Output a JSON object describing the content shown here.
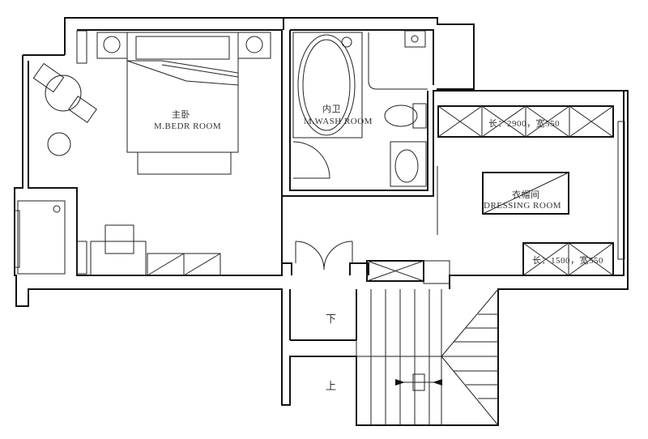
{
  "rooms": {
    "bedroom": {
      "cn": "主卧",
      "en": "M.BEDR ROOM"
    },
    "washroom": {
      "cn": "内卫",
      "en": "M.WASH ROOM"
    },
    "dressing": {
      "cn": "衣帽间",
      "en": "DRESSING ROOM"
    }
  },
  "wardrobes": {
    "top": "长：2900，宽550",
    "bottom": "长：1500，宽550"
  },
  "stairs": {
    "down": "下",
    "up": "上"
  }
}
